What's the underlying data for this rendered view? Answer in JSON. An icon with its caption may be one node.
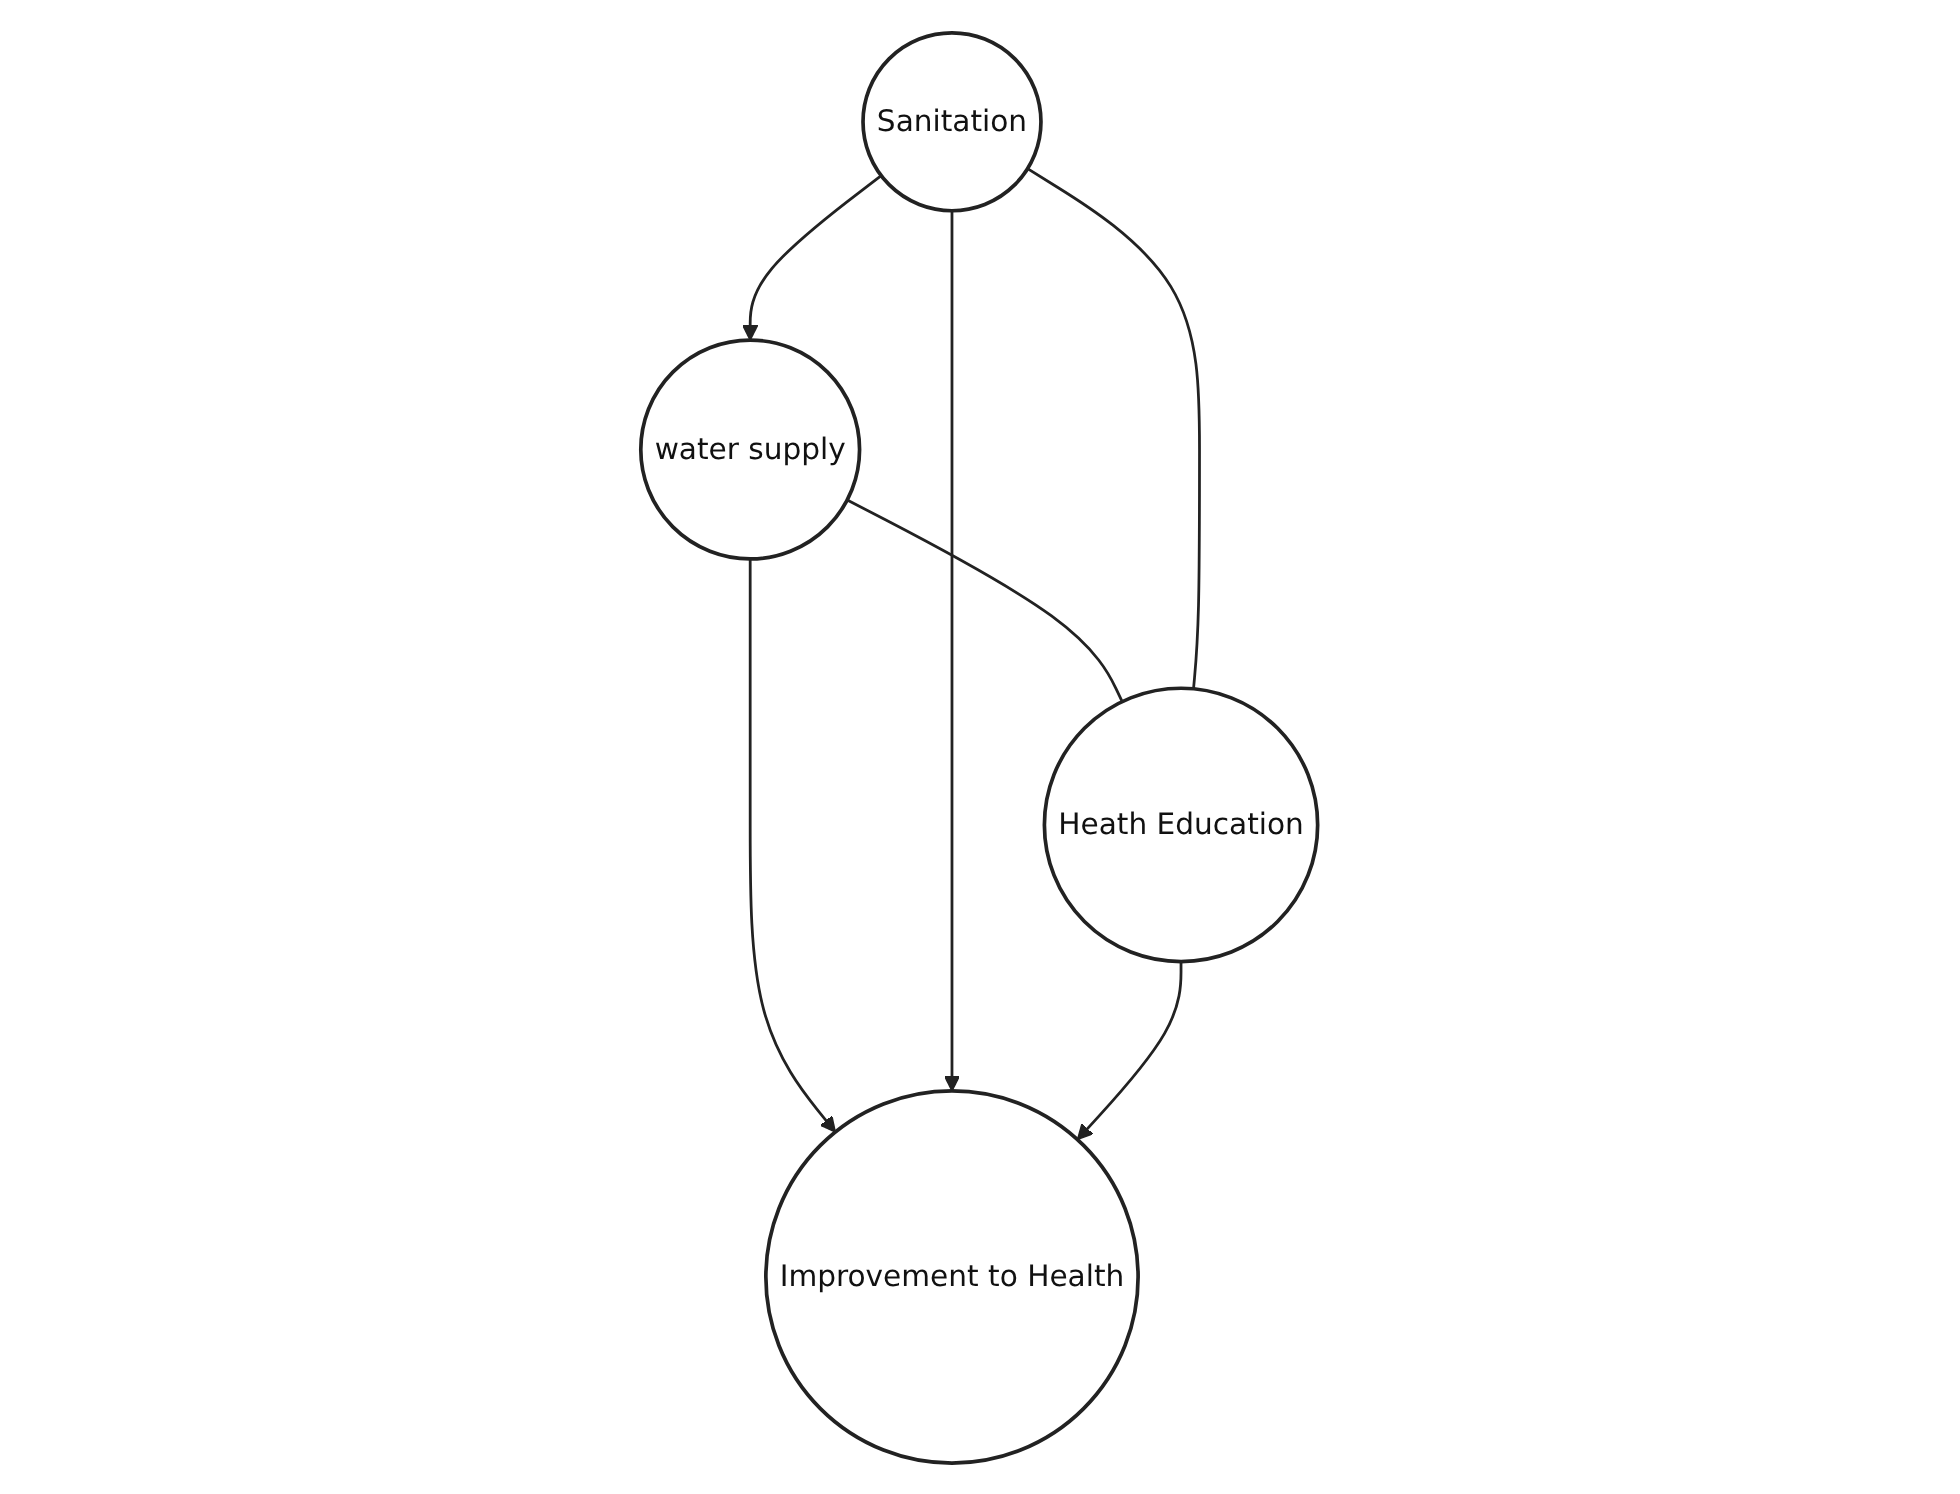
{
  "diagram": {
    "nodes": [
      {
        "text": [
          "water supply"
        ]
      },
      {
        "text": [
          "Sanitation"
        ]
      },
      {
        "text": [
          "Improvement to Health"
        ]
      },
      {
        "text": [
          "Heath Education"
        ]
      }
    ],
    "edges": [
      {
        "from": 1,
        "to": 0,
        "arrow": "to"
      },
      {
        "from": 0,
        "to": 2,
        "arrow": "to"
      },
      {
        "from": 1,
        "to": 2,
        "arrow": "to"
      },
      {
        "from": 3,
        "to": 2,
        "arrow": "to"
      },
      {
        "from": 0,
        "to": 3,
        "arrow": "none"
      },
      {
        "from": 1,
        "to": 3,
        "arrow": "none"
      }
    ]
  }
}
